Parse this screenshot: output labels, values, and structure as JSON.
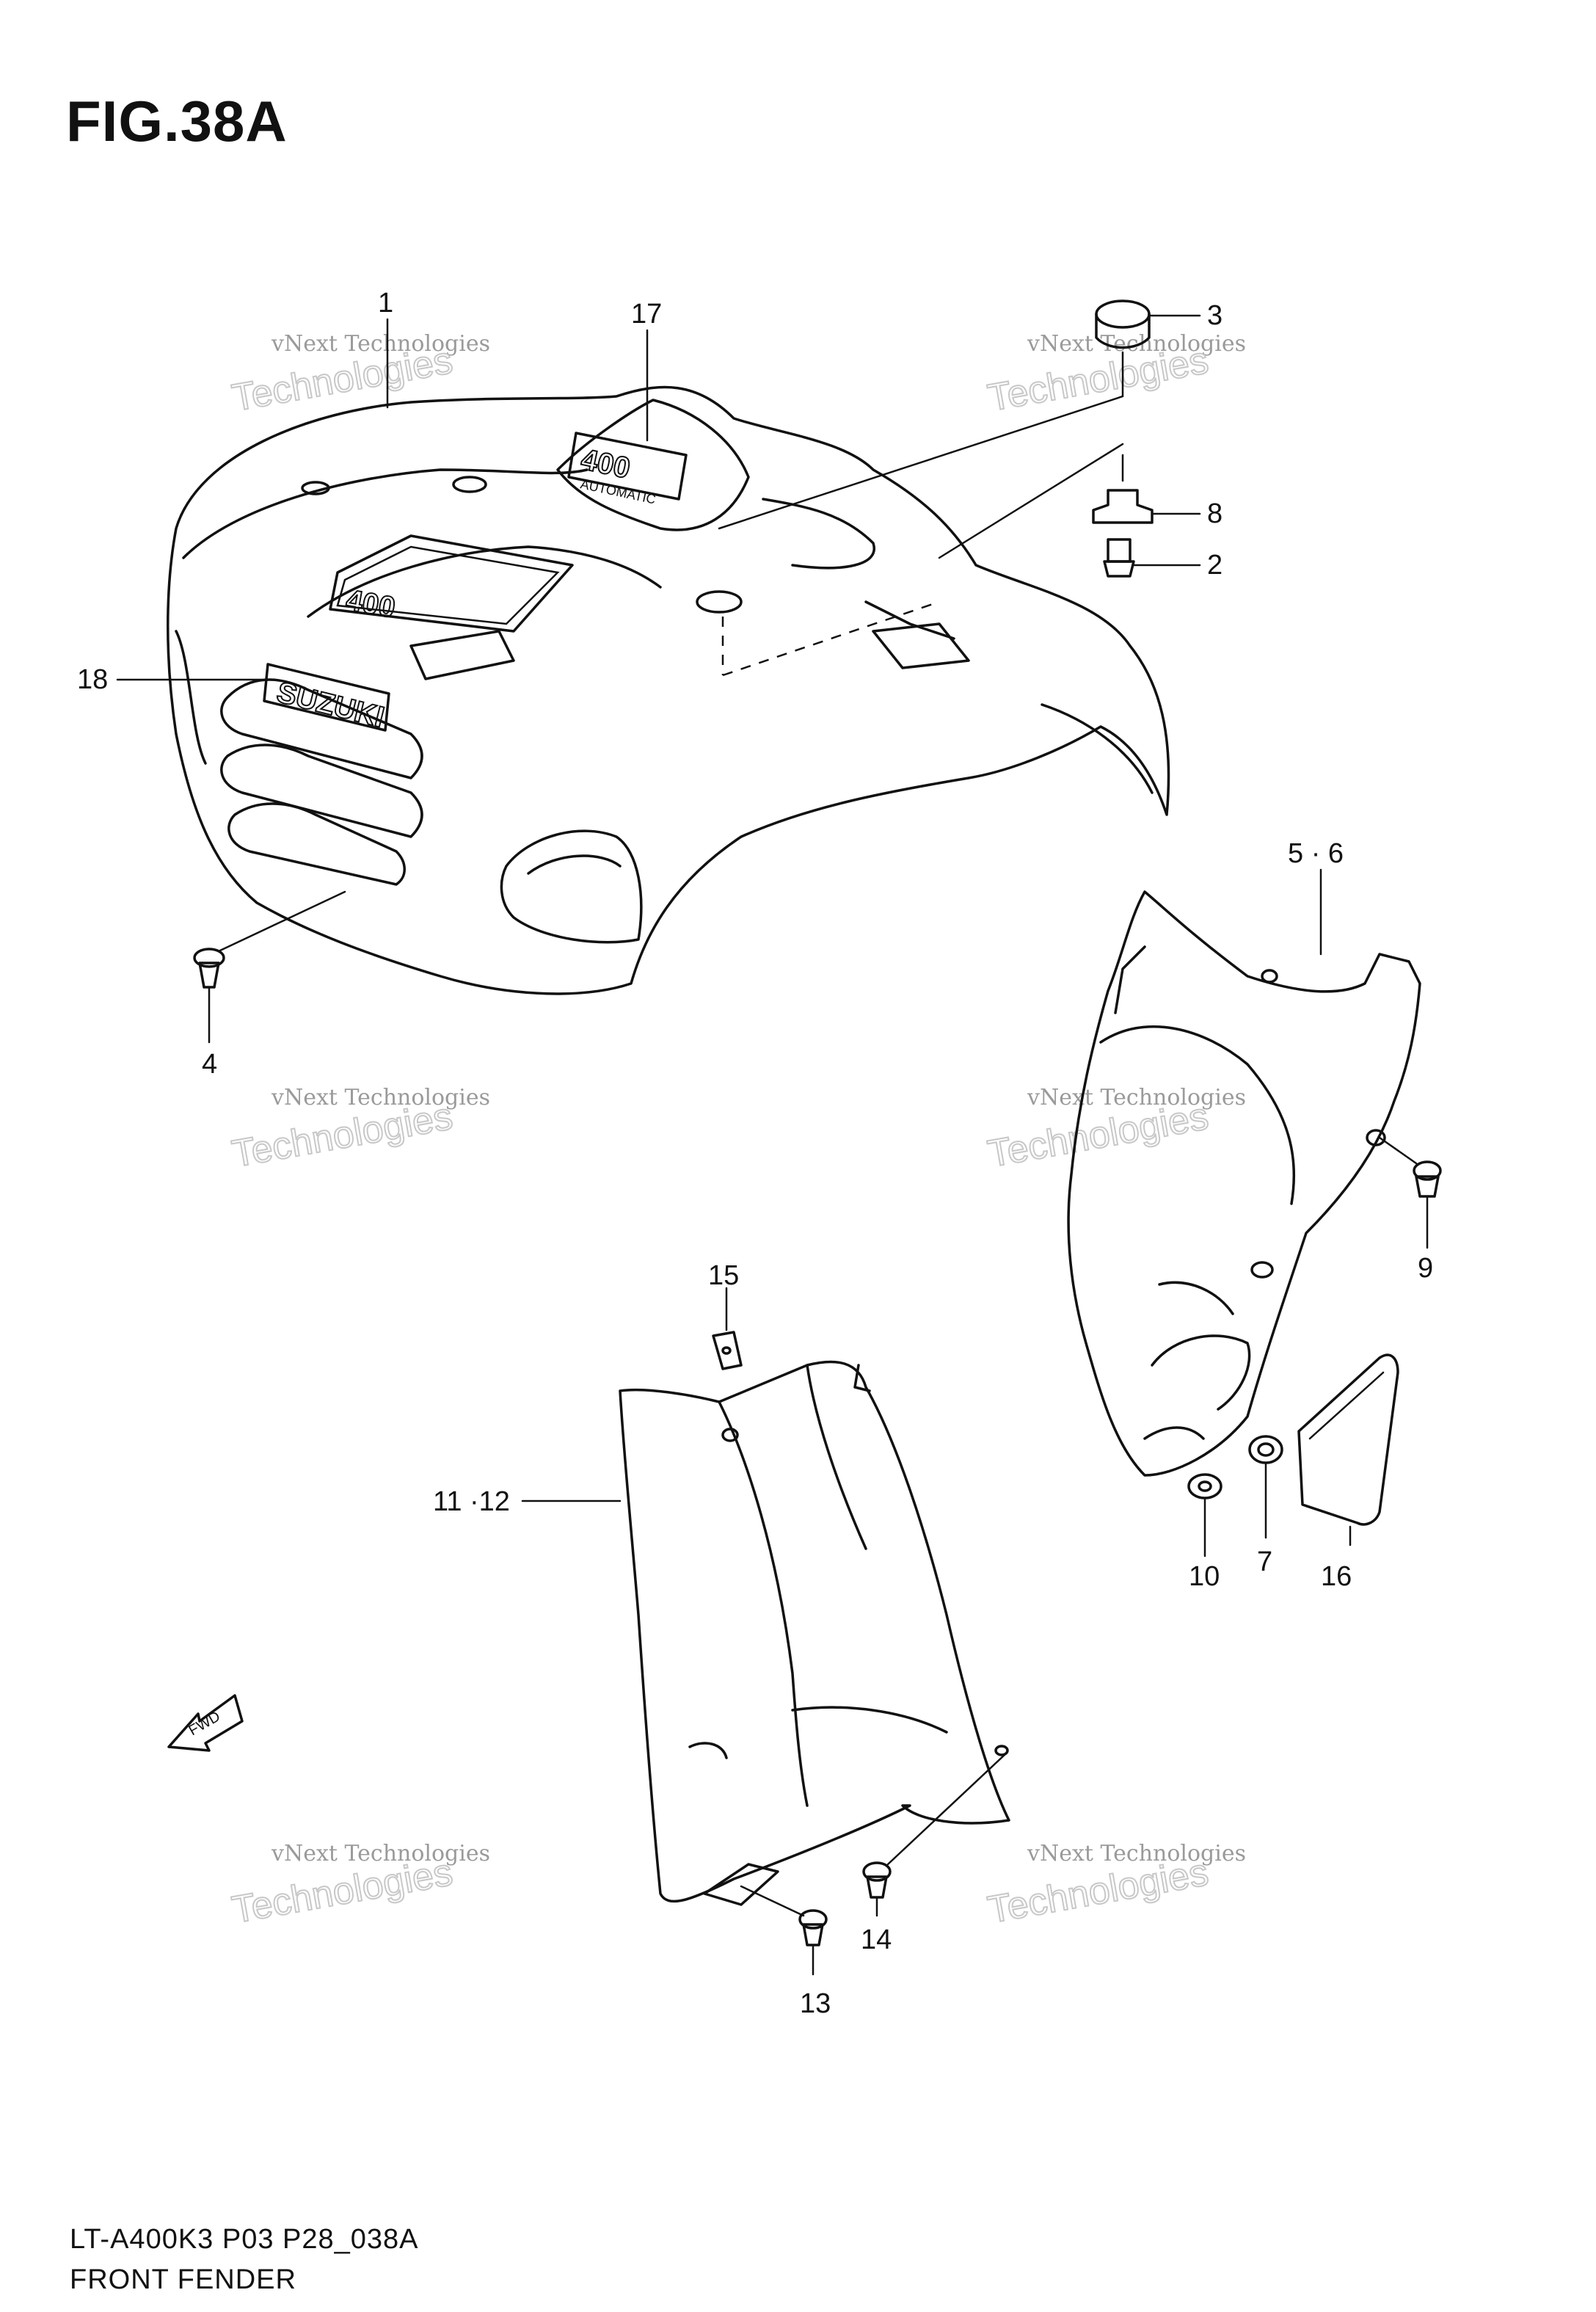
{
  "figure": {
    "title": "FIG.38A"
  },
  "footer": {
    "model_code": "LT-A400K3 P03 P28_038A",
    "section_name": "FRONT FENDER"
  },
  "watermark": {
    "line1": "vNext Technologies",
    "line2": "Technologies"
  },
  "badges": {
    "brand": "SUZUKI",
    "model": "400",
    "model_sub": "AUTOMATIC",
    "fwd": "FWD"
  },
  "callouts": {
    "c1": "1",
    "c17": "17",
    "c3": "3",
    "c8": "8",
    "c2": "2",
    "c18": "18",
    "c4": "4",
    "c56": "5 · 6",
    "c9": "9",
    "c15": "15",
    "c1112": "11 ·12",
    "c10": "10",
    "c7": "7",
    "c16": "16",
    "c13": "13",
    "c14": "14"
  }
}
